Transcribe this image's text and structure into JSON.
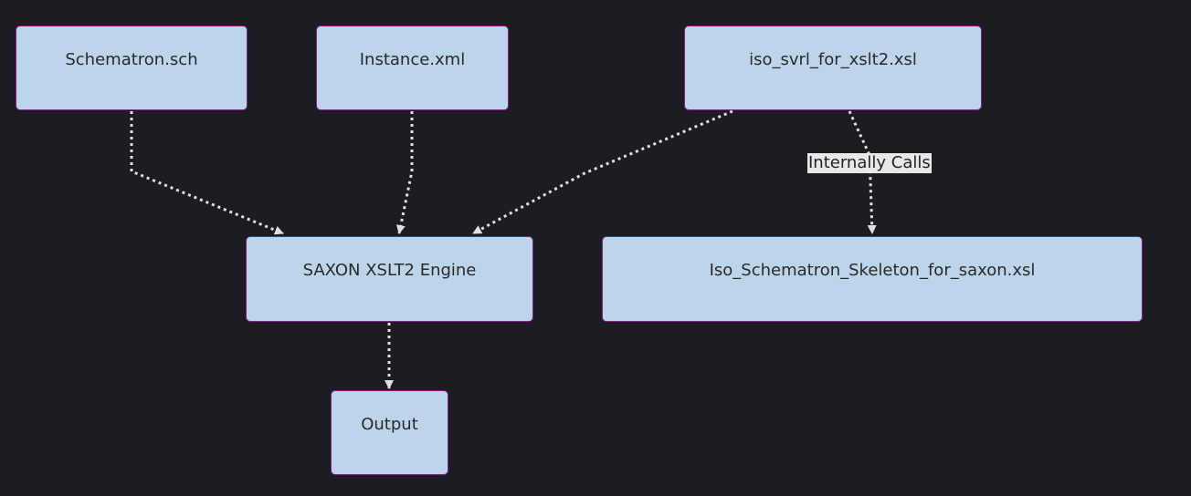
{
  "nodes": {
    "schematron": {
      "label": "Schematron.sch"
    },
    "instance": {
      "label": "Instance.xml"
    },
    "svrl": {
      "label": "iso_svrl_for_xslt2.xsl"
    },
    "saxon": {
      "label": "SAXON XSLT2 Engine"
    },
    "skeleton": {
      "label": "Iso_Schematron_Skeleton_for_saxon.xsl"
    },
    "output": {
      "label": "Output"
    }
  },
  "edges": {
    "svrl_to_skeleton": {
      "label": "Internally Calls"
    }
  },
  "colors": {
    "background": "#1b1d23",
    "node_fill": "#bdd5ea",
    "node_border": "#8a1e8a",
    "edge": "#e0e0e0",
    "label_bg": "#e8e8e8"
  }
}
